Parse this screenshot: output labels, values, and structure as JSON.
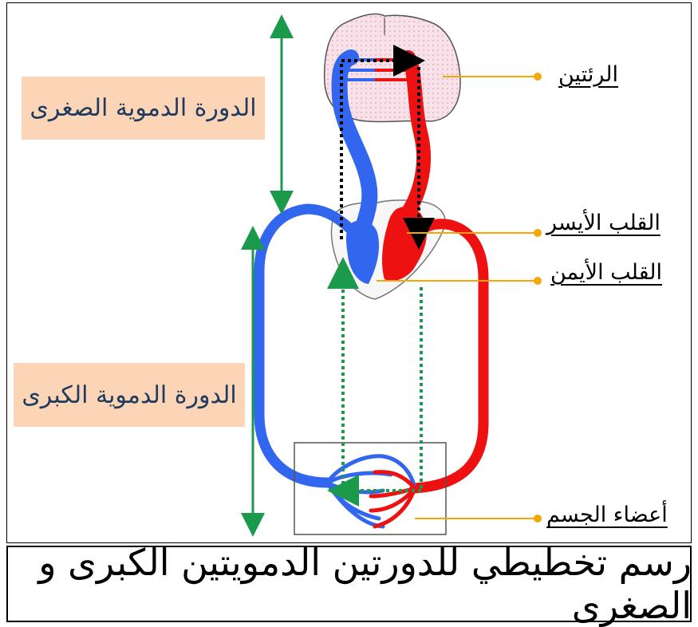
{
  "labels": {
    "small_circulation": "الدورة الدموية الصغرى",
    "big_circulation": "الدورة الدموية الكبرى",
    "lungs": "الرئتين",
    "left_heart": "القلب الأيسر",
    "right_heart": "القلب الأيمن",
    "body_organs": "أعضاء الجسم"
  },
  "caption": "رسم تخطيطي للدورتين الدمويتين الكبرى و الصغرى",
  "colors": {
    "oxygenated_blood": "#ee1111",
    "deoxygenated_blood": "#3366ee",
    "label_background": "#fbd5b5",
    "range_arrows": "#1a9a4a",
    "leader_lines": "#f5a800",
    "lung_fill": "#f8e1e8"
  }
}
